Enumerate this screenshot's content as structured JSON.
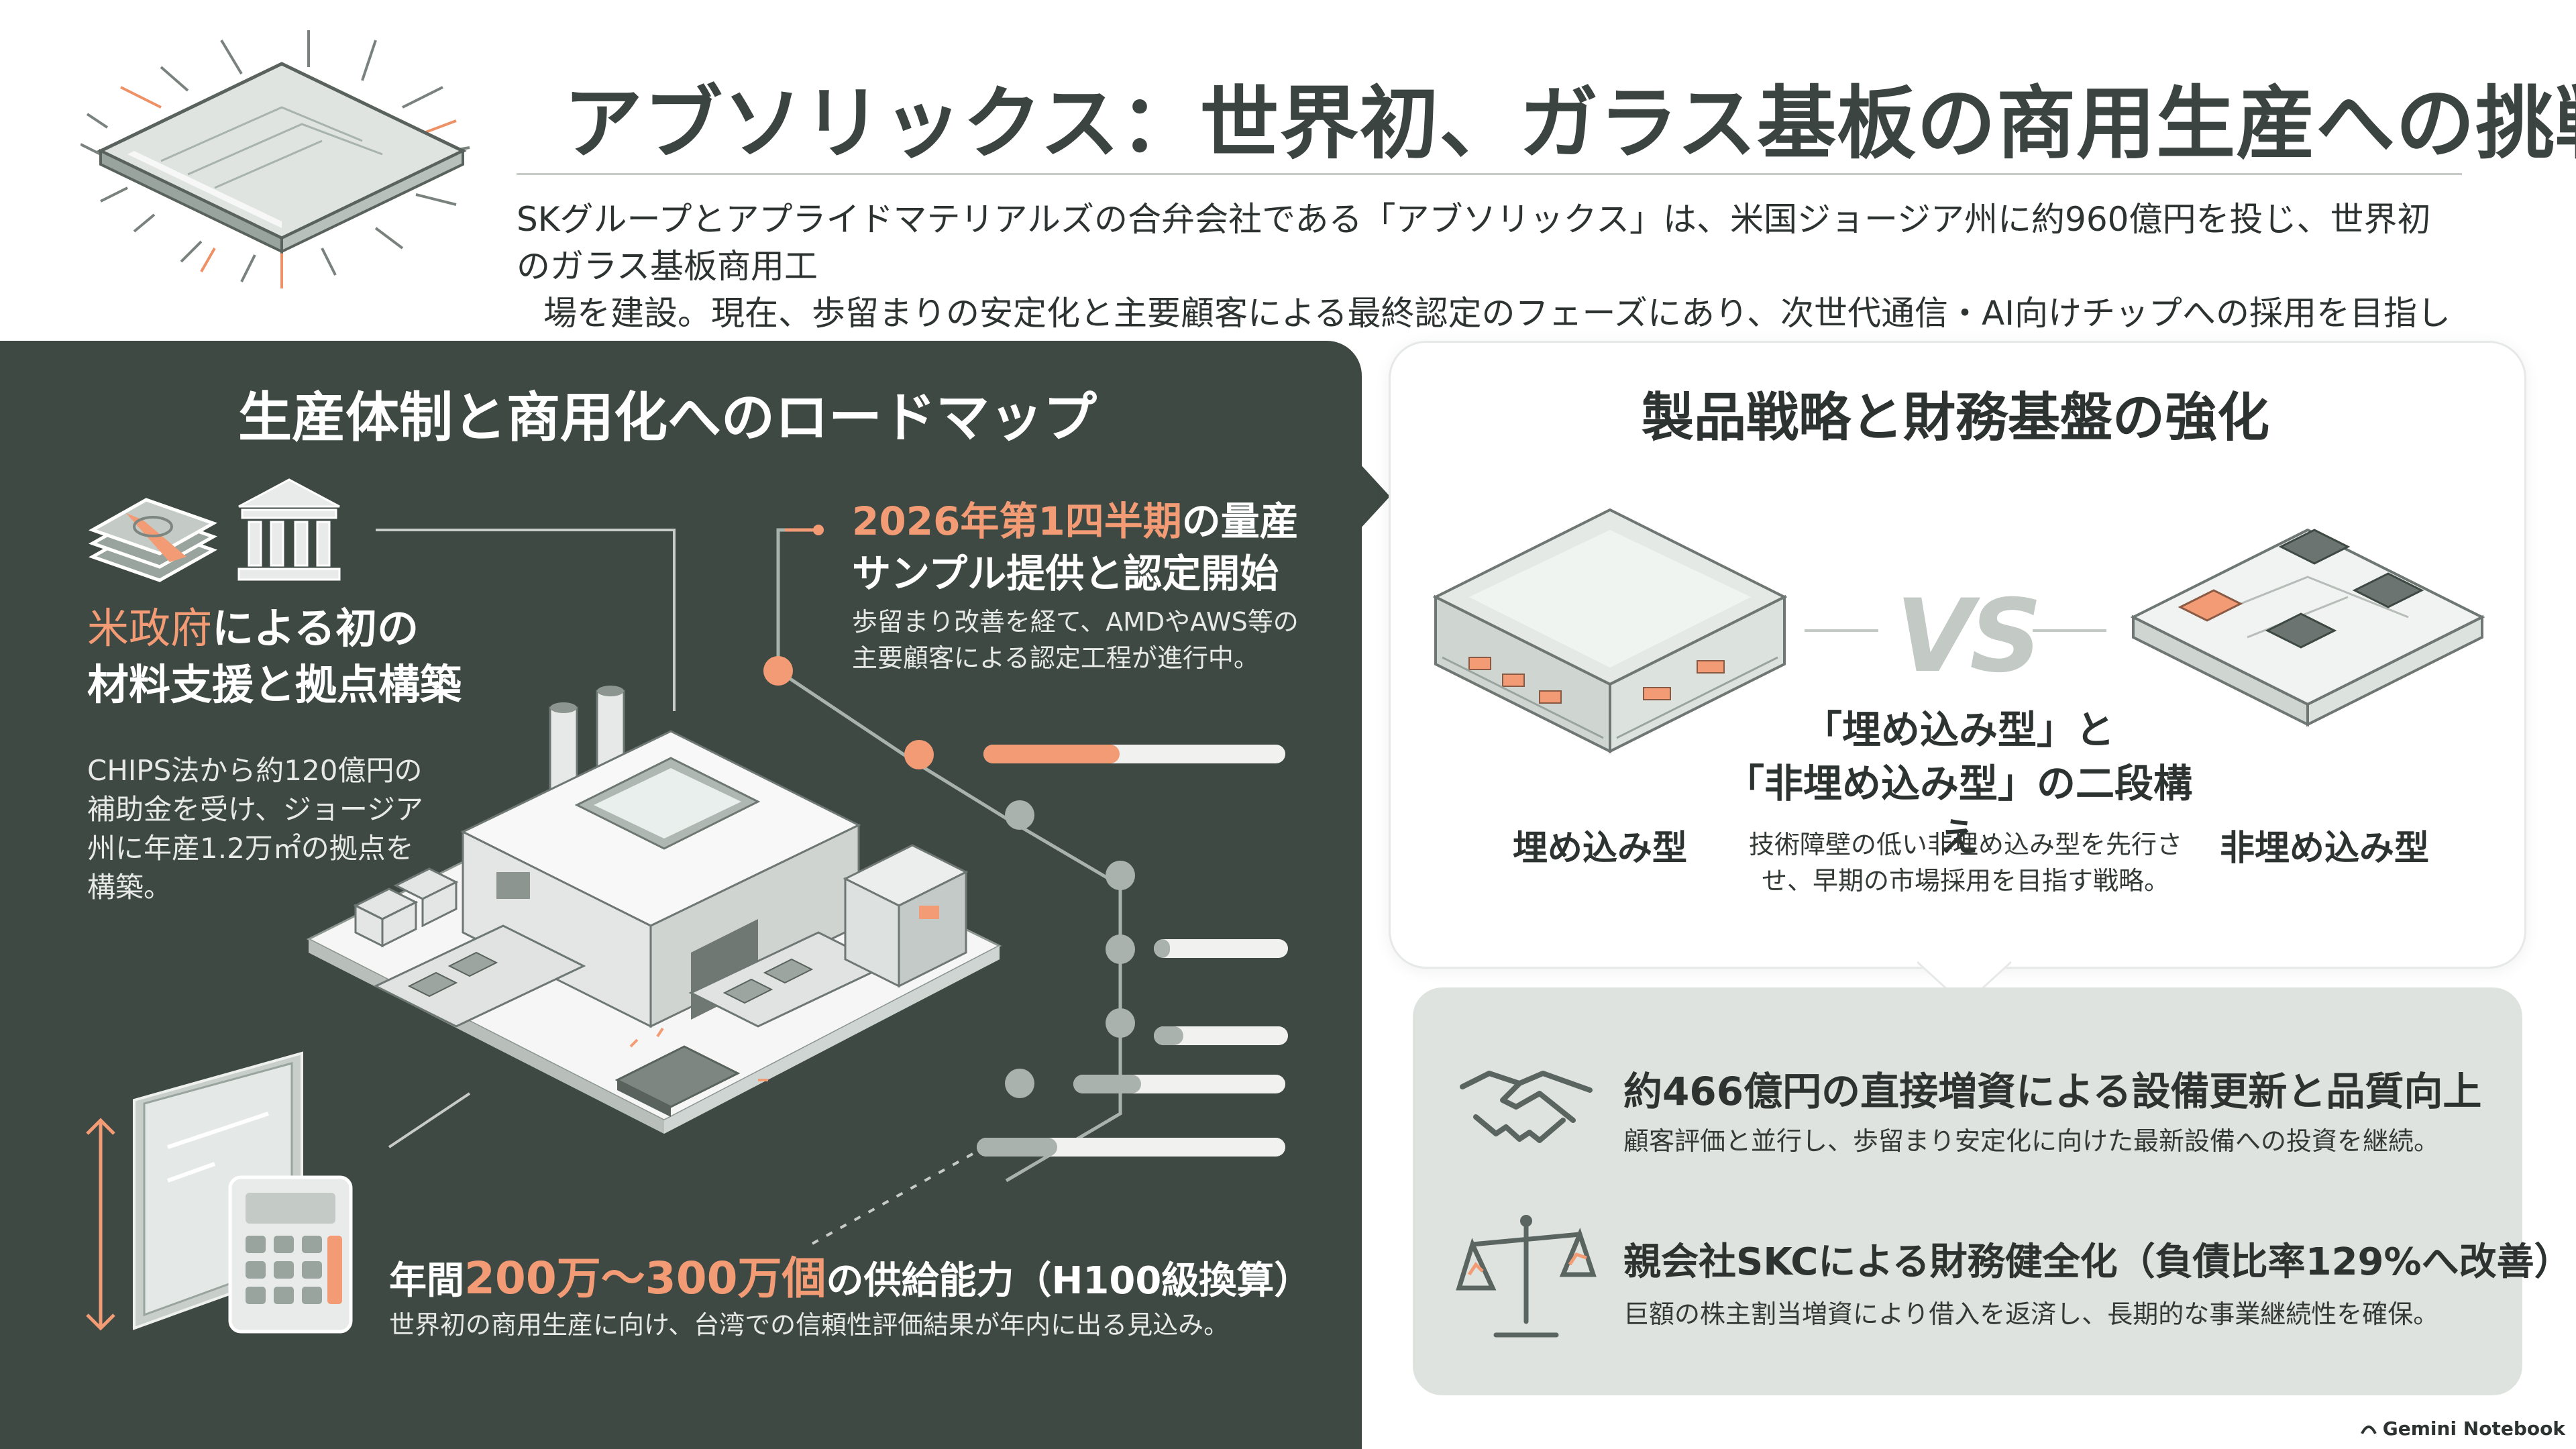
{
  "header": {
    "title": "アブソリックス：世界初、ガラス基板の商用生産への挑戦",
    "intro_line1": "SKグループとアプライドマテリアルズの合弁会社である「アブソリックス」は、米国ジョージア州に約960億円を投じ、世界初のガラス基板商用工",
    "intro_line2": "場を建設。現在、歩留まりの安定化と主要顧客による最終認定のフェーズにあり、次世代通信・AI向けチップへの採用を目指している。"
  },
  "roadmap": {
    "title": "生産体制と商用化へのロードマップ",
    "gov_head_orange": "米政府",
    "gov_head_rest": "による初の",
    "gov_head_line2": "材料支援と拠点構築",
    "gov_body": "CHIPS法から約120億円の補助金を受け、ジョージア州に年産1.2万㎡の拠点を構築。",
    "sample_head_orange": "2026年第1四半期",
    "sample_head_rest": "の量産",
    "sample_head_line2": "サンプル提供と認定開始",
    "sample_body": "歩留まり改善を経て、AMDやAWS等の主要顧客による認定工程が進行中。",
    "supply_head_pre": "年間",
    "supply_head_big": "200万～300万個",
    "supply_head_post": "の供給能力（H100級換算）",
    "supply_body": "世界初の商用生産に向け、台湾での信頼性評価結果が年内に出る見込み。",
    "progress_bars": [
      0.45,
      0.12,
      0.22,
      0.32,
      0.26
    ]
  },
  "strategy": {
    "title": "製品戦略と財務基盤の強化",
    "vs": "VS",
    "label_embedded": "埋め込み型",
    "label_non_embedded": "非埋め込み型",
    "two_stage_line1": "「埋め込み型」と",
    "two_stage_line2": "「非埋め込み型」の二段構え",
    "two_stage_body": "技術障壁の低い非埋め込み型を先行させ、早期の市場採用を目指す戦略。"
  },
  "finance": {
    "item1_head": "約466億円の直接増資による設備更新と品質向上",
    "item1_body": "顧客評価と並行し、歩留まり安定化に向けた最新設備への投資を継続。",
    "item2_head": "親会社SKCによる財務健全化（負債比率129%へ改善）",
    "item2_body": "巨額の株主割当増資により借入を返済し、長期的な事業継続性を確保。"
  },
  "brand": {
    "name": "Gemini Notebook"
  },
  "colors": {
    "accent": "#f29b74",
    "panel_dark": "#3f4944",
    "panel_light": "#dfe3df"
  },
  "icons": [
    "glass-substrate-icon",
    "money-icon",
    "bank-icon",
    "factory-icon",
    "glass-pane-icon",
    "calculator-icon",
    "handshake-icon",
    "balance-scale-icon",
    "embedded-chip-icon",
    "non-embedded-chip-icon"
  ]
}
